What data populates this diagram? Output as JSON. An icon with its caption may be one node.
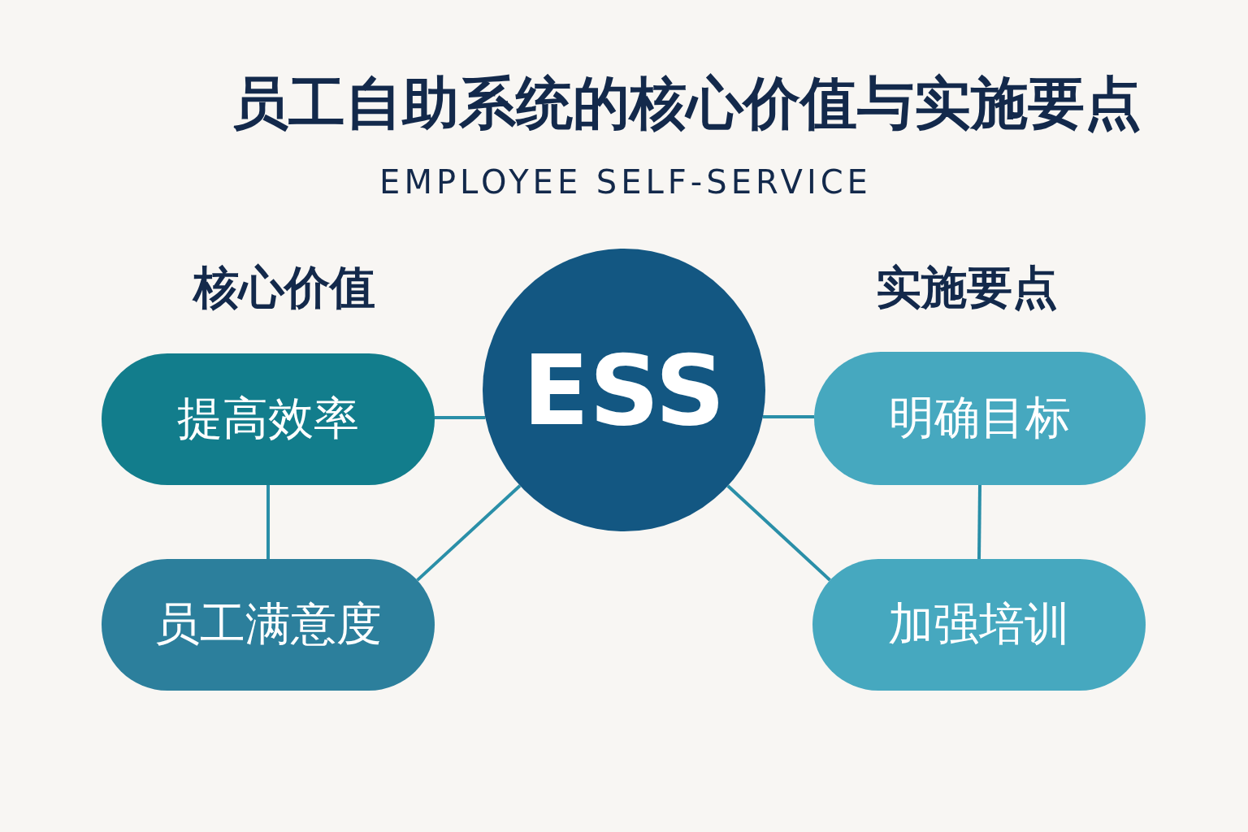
{
  "diagram": {
    "title": "员工自助系统的核心价值与实施要点",
    "nodes": [
      {
        "text": [
          "ESS"
        ]
      },
      {
        "text": [
          "提高效率"
        ]
      },
      {
        "text": [
          "员工满意度"
        ]
      },
      {
        "text": [
          "明确目标"
        ]
      },
      {
        "text": [
          "加强培训"
        ]
      }
    ],
    "edges": [
      {
        "from": 1,
        "to": 0,
        "arrow": "none"
      },
      {
        "from": 0,
        "to": 3,
        "arrow": "none"
      },
      {
        "from": 1,
        "to": 2,
        "arrow": "none"
      },
      {
        "from": 0,
        "to": 2,
        "arrow": "none"
      },
      {
        "from": 0,
        "to": 4,
        "arrow": "none"
      },
      {
        "from": 3,
        "to": 4,
        "arrow": "none"
      }
    ],
    "labels": [
      "EMPLOYEE SELF-SERVICE",
      "核心价值",
      "实施要点"
    ]
  }
}
